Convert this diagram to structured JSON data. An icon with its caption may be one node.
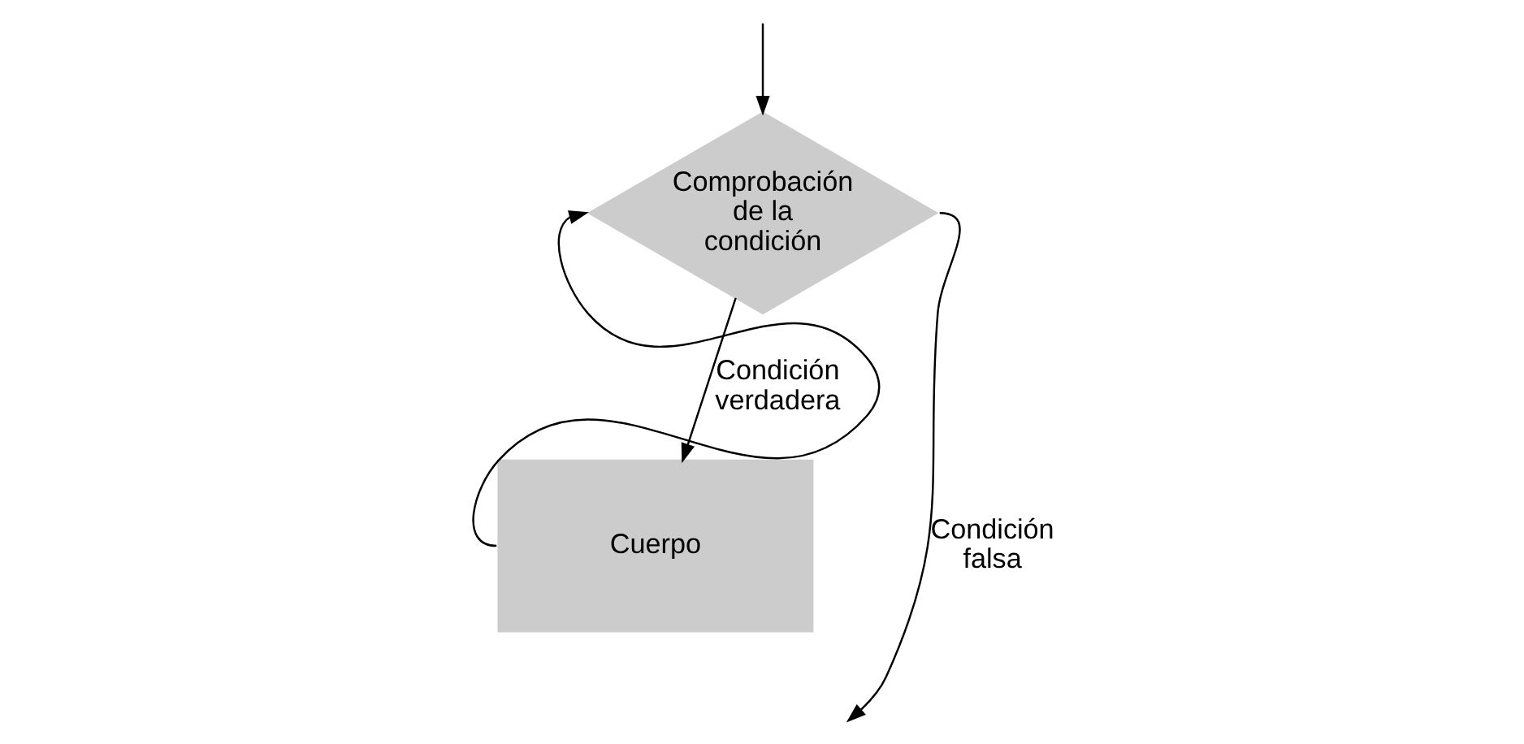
{
  "diagram": {
    "nodes": [
      {
        "text": [
          "Comprobación de la condición"
        ]
      },
      {
        "text": [
          "Cuerpo"
        ]
      }
    ],
    "edges": [
      {
        "from": 0,
        "to": null,
        "arrow": "to",
        "label": "Condición falsa"
      },
      {
        "from": 0,
        "to": 1,
        "arrow": "to",
        "label": "Condición verdadera"
      },
      {
        "from": 1,
        "to": 0,
        "arrow": "to"
      },
      {
        "from": null,
        "to": 0,
        "arrow": "to"
      }
    ]
  }
}
